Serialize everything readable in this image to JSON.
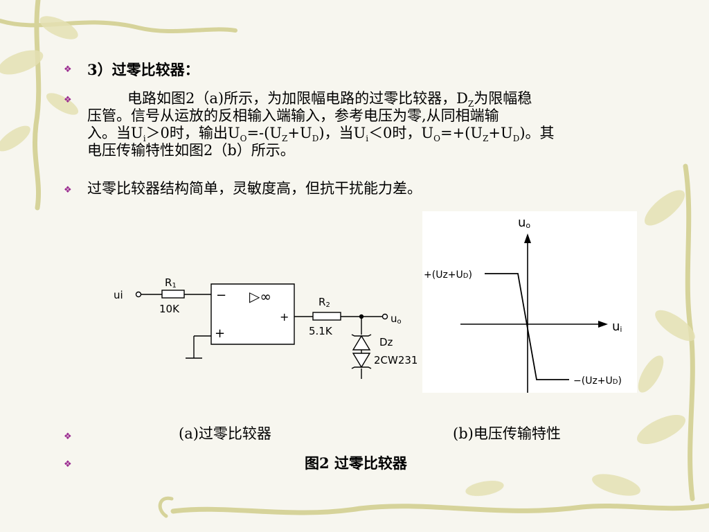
{
  "colors": {
    "bullet": "#9a2a8f",
    "background": "#f7f6ef",
    "vine": "#d6d39a",
    "leaf": "#c9c58a"
  },
  "icons": {
    "bullet": "four-diamond-bullet-icon"
  },
  "title": "3）过零比较器：",
  "paragraph1": {
    "l1": "电路如图2（a)所示，为加限幅电路的过零比较器，D",
    "l1_sub": "Z",
    "l1_end": "为限幅稳",
    "l2": "压管。信号从运放的反相输入端输入，参考电压为零,从同相端输",
    "l3_a": "入。当U",
    "l3_sub_i": "i",
    "l3_b": "＞0时，输出U",
    "l3_sub_o": "O",
    "l3_c": "=-(U",
    "l3_sub_z": "Z",
    "l3_d": "+U",
    "l3_sub_d": "D",
    "l3_e": ")，当U",
    "l3_sub_i2": "i",
    "l3_f": "＜0时，U",
    "l3_sub_o2": "O",
    "l3_g": "=+(U",
    "l3_sub_z2": "Z",
    "l3_h": "+U",
    "l3_sub_d2": "D",
    "l3_i": ")。其",
    "l4": "电压传输特性如图2（b）所示。"
  },
  "paragraph2": "过零比较器结构简单，灵敏度高，但抗干扰能力差。",
  "circuit": {
    "input_label": "ui",
    "r1_label": "R",
    "r1_sub": "1",
    "r1_value": "10K",
    "r2_label": "R",
    "r2_sub": "2",
    "r2_value": "5.1K",
    "minus": "−",
    "plus_in": "+",
    "plus_out": "+",
    "opamp_symbol": "▷∞",
    "output_label": "u",
    "output_sub": "o",
    "dz_label": "Dz",
    "dz_part": "2CW231"
  },
  "transfer": {
    "y_label": "u",
    "y_sub": "o",
    "x_label": "u",
    "x_sub": "i",
    "pos_label": "+(Uz+U",
    "pos_sub": "D",
    "pos_end": ")",
    "neg_label": "−(Uz+U",
    "neg_sub": "D",
    "neg_end": ")"
  },
  "caption_a": "(a)过零比较器",
  "caption_b": "(b)电压传输特性",
  "figure_title": "图2  过零比较器"
}
